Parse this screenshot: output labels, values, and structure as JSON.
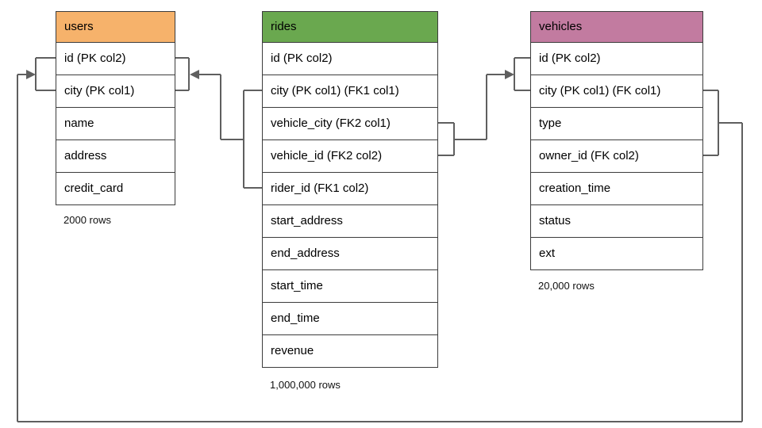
{
  "diagram": {
    "tables": {
      "users": {
        "title": "users",
        "header_color": "#f6b26b",
        "rows": [
          "id (PK col2)",
          "city (PK col1)",
          "name",
          "address",
          "credit_card"
        ],
        "row_count": "2000 rows"
      },
      "rides": {
        "title": "rides",
        "header_color": "#6aa84f",
        "rows": [
          "id (PK col2)",
          "city (PK col1) (FK1 col1)",
          "vehicle_city (FK2 col1)",
          "vehicle_id (FK2 col2)",
          "rider_id (FK1 col2)",
          "start_address",
          "end_address",
          "start_time",
          "end_time",
          "revenue"
        ],
        "row_count": "1,000,000 rows"
      },
      "vehicles": {
        "title": "vehicles",
        "header_color": "#c27ba0",
        "rows": [
          "id (PK col2)",
          "city (PK col1) (FK col1)",
          "type",
          "owner_id (FK col2)",
          "creation_time",
          "status",
          "ext"
        ],
        "row_count": "20,000 rows"
      }
    },
    "connectors": [
      {
        "name": "rides-to-users",
        "from": "rides (city, rider_id)",
        "to": "users (id, city)"
      },
      {
        "name": "rides-to-vehicles",
        "from": "rides (vehicle_city, vehicle_id)",
        "to": "vehicles (id, city)"
      },
      {
        "name": "vehicles-to-users",
        "from": "vehicles (city, owner_id)",
        "to": "users (id, city)"
      }
    ],
    "line_color": "#5f5f5f"
  }
}
